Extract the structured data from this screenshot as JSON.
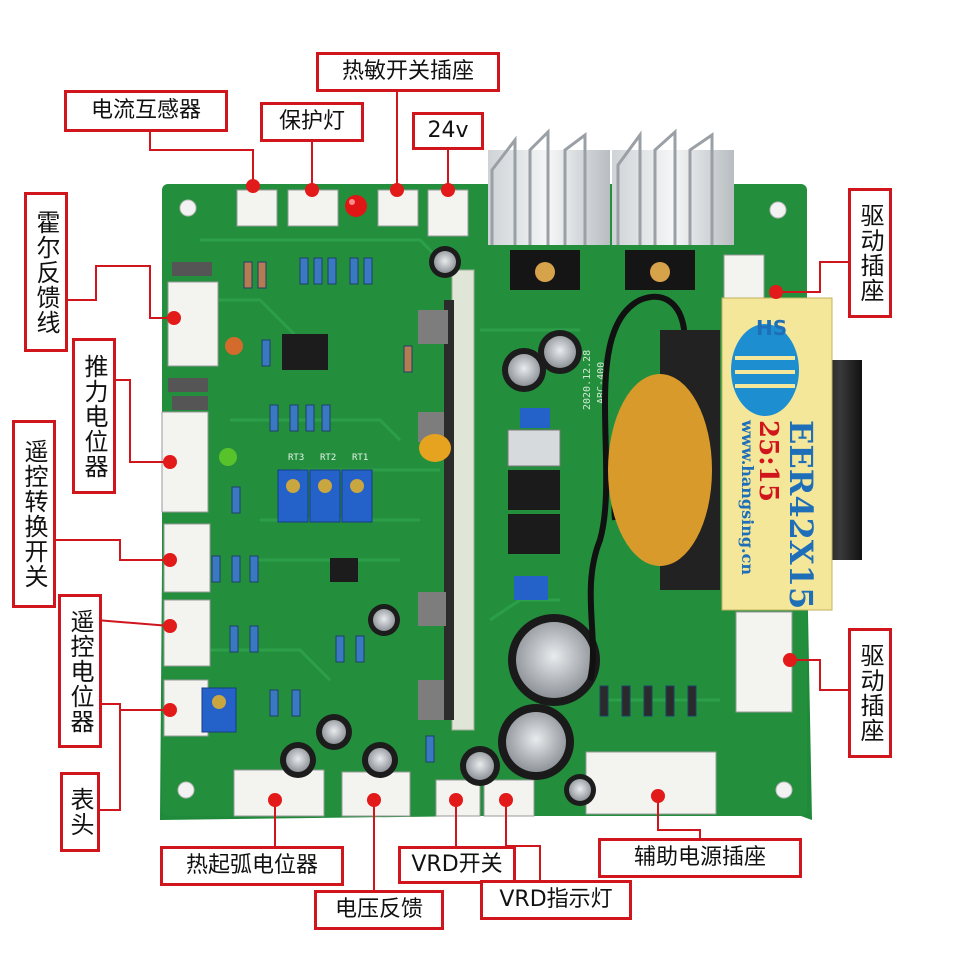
{
  "labels": {
    "current_transformer": "电流互感器",
    "protection_light": "保护灯",
    "thermal_switch_socket": "热敏开关插座",
    "v24": "24v",
    "hall_feedback": "霍尔反馈线",
    "thrust_pot": "推力电位器",
    "remote_switch": "遥控转换开关",
    "remote_pot": "遥控电位器",
    "meter": "表头",
    "drive_socket_top": "驱动插座",
    "drive_socket_bottom": "驱动插座",
    "hot_start_pot": "热起弧电位器",
    "voltage_feedback": "电压反馈",
    "vrd_switch": "VRD开关",
    "vrd_indicator": "VRD指示灯",
    "aux_power_socket": "辅助电源插座"
  },
  "transformer": {
    "brand": "HS",
    "model": "EER42X15",
    "ratio": "25:15",
    "website": "www.hangsing.cn"
  },
  "board_text": {
    "date": "2020.12.28",
    "model": "ARC-400",
    "rt3": "RT3",
    "rt2": "RT2",
    "rt1": "RT1"
  },
  "colors": {
    "pcb": "#1f8a3a",
    "leader": "#d0151c",
    "marker": "#e21a1a",
    "label_border": "#d0151c"
  }
}
